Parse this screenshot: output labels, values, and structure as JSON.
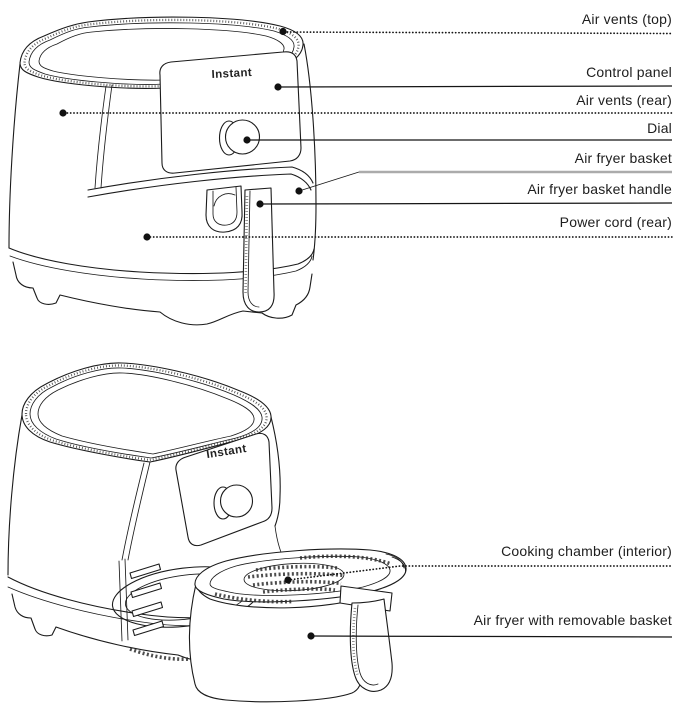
{
  "page": {
    "background": "#ffffff"
  },
  "colors": {
    "line": "#1b1b1b",
    "label_text": "#1d1d1d",
    "gray_leader": "#ababab",
    "dot": "#111111"
  },
  "figures": {
    "top": {
      "name": "air fryer assembled",
      "logo": "Instant"
    },
    "bottom": {
      "name": "air fryer with basket removed",
      "logo": "Instant"
    }
  },
  "callouts": {
    "top_figure": [
      {
        "label": "Air vents (top)",
        "line_style": "dotted"
      },
      {
        "label": "Control panel",
        "line_style": "solid"
      },
      {
        "label": "Air vents (rear)",
        "line_style": "dotted"
      },
      {
        "label": "Dial",
        "line_style": "solid"
      },
      {
        "label": "Air fryer basket",
        "line_style": "solid-gray"
      },
      {
        "label": "Air fryer basket handle",
        "line_style": "solid"
      },
      {
        "label": "Power cord (rear)",
        "line_style": "dotted"
      }
    ],
    "bottom_figure": [
      {
        "label": "Cooking chamber (interior)",
        "line_style": "dotted"
      },
      {
        "label": "Air fryer with removable basket",
        "line_style": "solid"
      }
    ]
  }
}
